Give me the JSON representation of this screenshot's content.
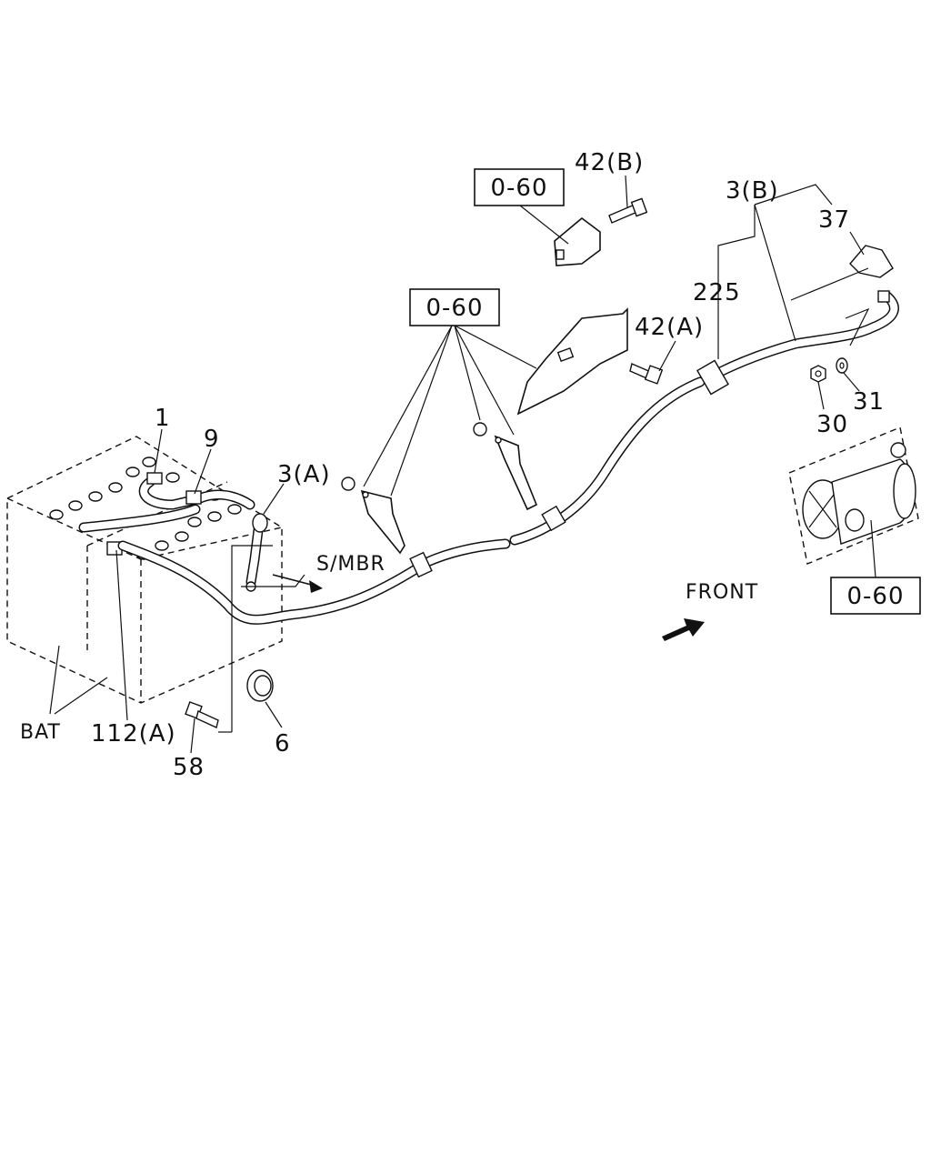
{
  "labels": {
    "ref_top": "0-60",
    "ref_mid": "0-60",
    "ref_starter": "0-60",
    "part_42b": "42(B)",
    "part_42a": "42(A)",
    "part_3b": "3(B)",
    "part_37": "37",
    "part_225": "225",
    "part_30": "30",
    "part_31": "31",
    "part_1": "1",
    "part_9": "9",
    "part_3a": "3(A)",
    "part_6": "6",
    "part_58": "58",
    "part_112a": "112(A)",
    "bat": "BAT",
    "smbr": "S/MBR",
    "front": "FRONT"
  },
  "icons": {
    "battery": "battery-icon",
    "starter": "starter-motor-icon",
    "front_arrow": "front-arrow-icon"
  }
}
